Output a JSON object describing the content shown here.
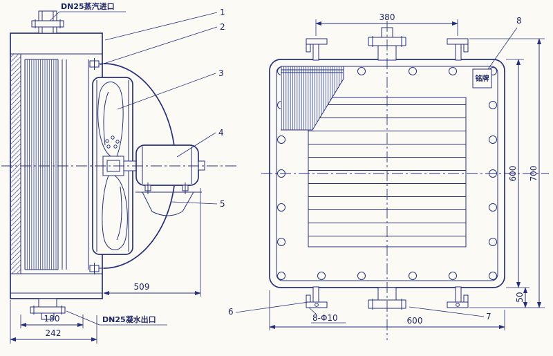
{
  "drawing": {
    "colors": {
      "ink": "#252f7e",
      "ink_light": "#5560ab",
      "paper": "#fbfaf5"
    },
    "left_view": {
      "steam_inlet_label": "DN25蒸汽进口",
      "condensate_outlet_label": "DN25凝水出口",
      "dims": {
        "d509": "509",
        "d180": "180",
        "d242": "242"
      },
      "callouts": {
        "c1": "1",
        "c2": "2",
        "c3": "3",
        "c4": "4",
        "c5": "5"
      }
    },
    "right_view": {
      "nameplate_label": "铭牌",
      "bolt_holes_label": "8-Φ10",
      "dims": {
        "d380": "380",
        "d600h": "600",
        "d700": "700",
        "d50": "50",
        "d600w": "600"
      },
      "callouts": {
        "c6": "6",
        "c7": "7",
        "c8": "8"
      }
    }
  }
}
